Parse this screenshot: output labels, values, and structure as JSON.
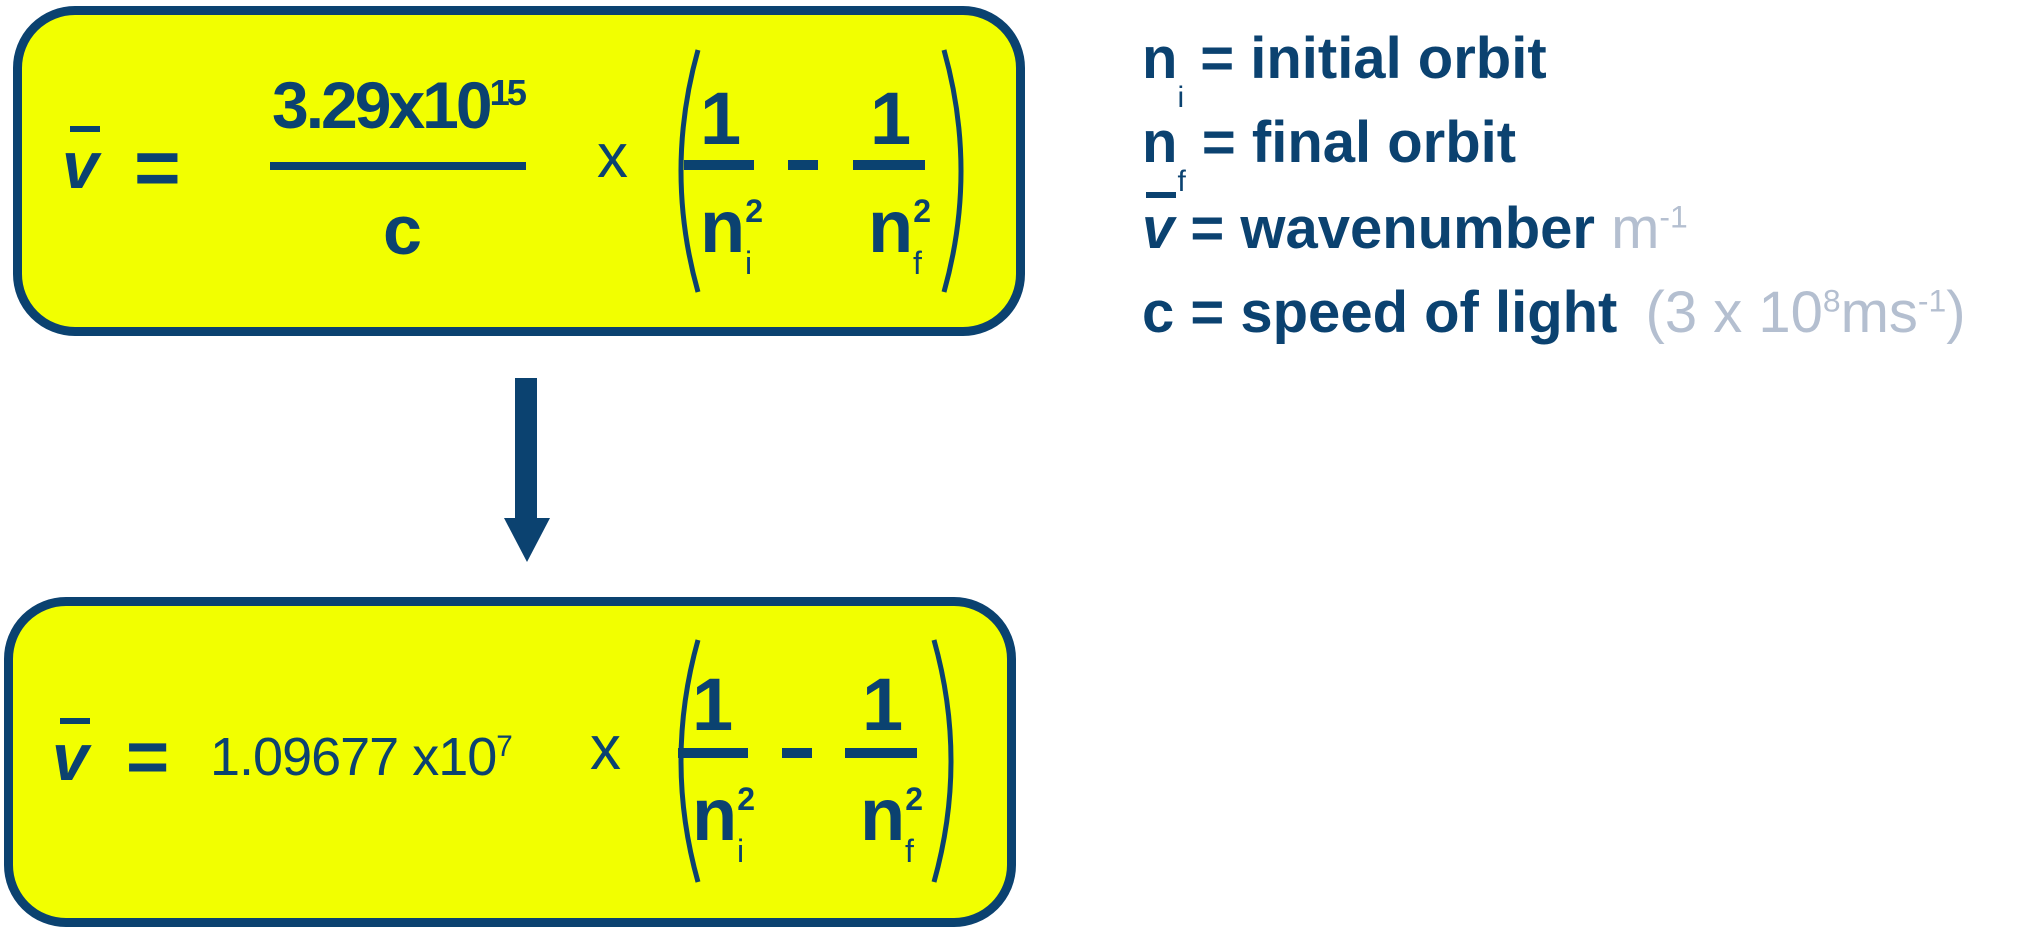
{
  "colors": {
    "box_fill": "#f2ff00",
    "ink": "#0b4270",
    "unit_grey": "#b4bfd0"
  },
  "top_formula": {
    "lhs": "v",
    "equals": "=",
    "numerator_base": "3.29x10",
    "numerator_exp": "15",
    "denominator": "c",
    "times": "x",
    "frac1_num": "1",
    "frac1_den": "n",
    "frac1_sup": "2",
    "frac1_sub": "i",
    "minus": "-",
    "frac2_num": "1",
    "frac2_den": "n",
    "frac2_sup": "2",
    "frac2_sub": "f"
  },
  "bottom_formula": {
    "lhs": "v",
    "equals": "=",
    "constant_base": "1.09677 x10",
    "constant_exp": "7",
    "times": "x",
    "frac1_num": "1",
    "frac1_den": "n",
    "frac1_sup": "2",
    "frac1_sub": "i",
    "minus": "-",
    "frac2_num": "1",
    "frac2_den": "n",
    "frac2_sup": "2",
    "frac2_sub": "f"
  },
  "arrow_icon": "arrow-down",
  "legend": [
    {
      "symbol": "n",
      "sub": "i",
      "text": "= initial orbit"
    },
    {
      "symbol": "n",
      "sub": "f",
      "text": "= final orbit"
    },
    {
      "symbol": "v",
      "text": "= wavenumber",
      "unit": "m",
      "unit_exp": "-1"
    },
    {
      "symbol": "c",
      "text": "= speed of light",
      "value_open": "(3 x 10",
      "value_exp": "8",
      "value_mid": "ms",
      "value_exp2": "-1",
      "value_close": ")"
    }
  ]
}
